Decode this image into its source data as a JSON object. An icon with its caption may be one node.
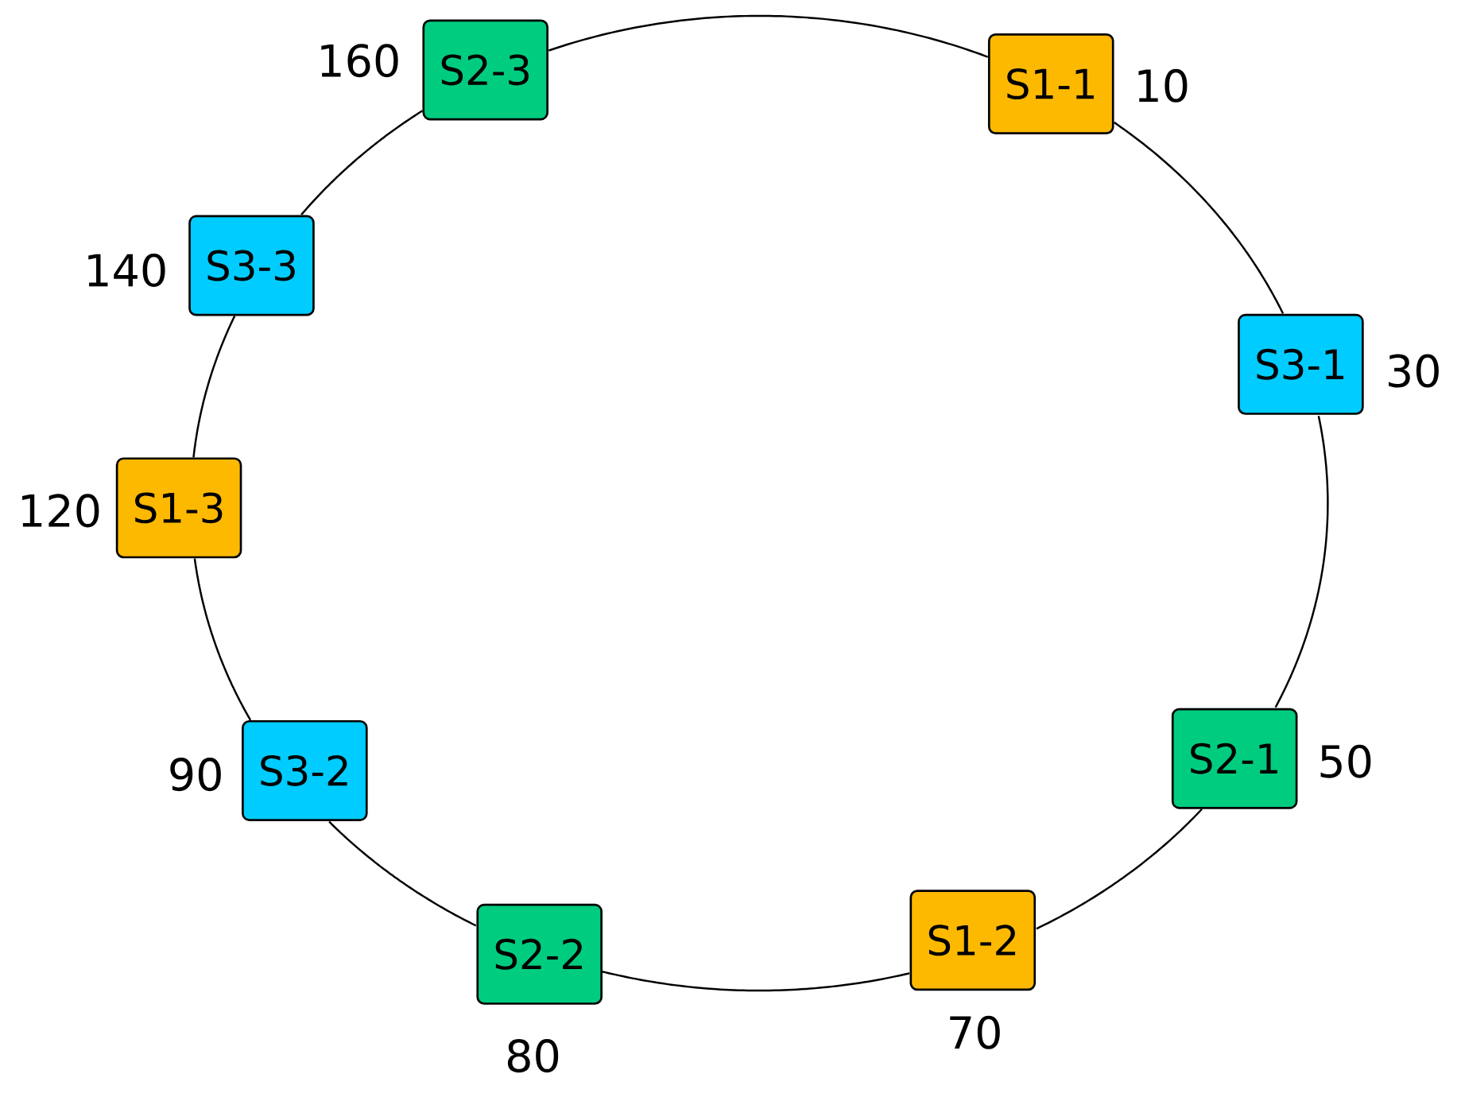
{
  "diagram": {
    "nodes": [
      {
        "text": [
          "S1-1"
        ],
        "beside": [
          "10"
        ]
      },
      {
        "text": [
          "S3-1"
        ],
        "beside": [
          "30"
        ]
      },
      {
        "text": [
          "S2-1"
        ],
        "beside": [
          "50"
        ]
      },
      {
        "text": [
          "S1-2"
        ],
        "beside": [
          "70"
        ]
      },
      {
        "text": [
          "S2-2"
        ],
        "beside": [
          "80"
        ]
      },
      {
        "text": [
          "S3-2"
        ],
        "beside": [
          "90"
        ]
      },
      {
        "text": [
          "S1-3"
        ],
        "beside": [
          "120"
        ]
      },
      {
        "text": [
          "S3-3"
        ],
        "beside": [
          "140"
        ]
      },
      {
        "text": [
          "S2-3"
        ],
        "beside": [
          "160"
        ]
      }
    ],
    "edges": [
      {
        "from": 0,
        "to": 1,
        "arrow": "none"
      },
      {
        "from": 1,
        "to": 2,
        "arrow": "none"
      },
      {
        "from": 2,
        "to": 3,
        "arrow": "none"
      },
      {
        "from": 3,
        "to": 4,
        "arrow": "none"
      },
      {
        "from": 4,
        "to": 5,
        "arrow": "none"
      },
      {
        "from": 5,
        "to": 6,
        "arrow": "none"
      },
      {
        "from": 6,
        "to": 7,
        "arrow": "none"
      },
      {
        "from": 7,
        "to": 8,
        "arrow": "none"
      },
      {
        "from": 8,
        "to": 0,
        "arrow": "none"
      }
    ]
  }
}
